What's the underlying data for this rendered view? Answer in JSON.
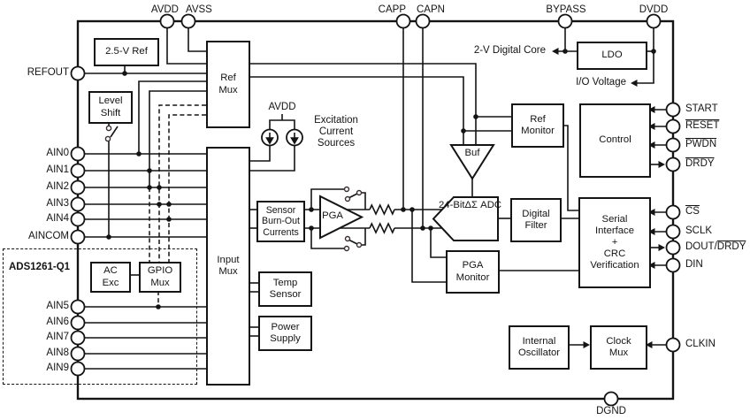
{
  "chip": {
    "name": "ADS1261-Q1"
  },
  "pins": {
    "avdd": "AVDD",
    "avss": "AVSS",
    "capp": "CAPP",
    "capn": "CAPN",
    "bypass": "BYPASS",
    "dvdd": "DVDD",
    "refout": "REFOUT",
    "ain0": "AIN0",
    "ain1": "AIN1",
    "ain2": "AIN2",
    "ain3": "AIN3",
    "ain4": "AIN4",
    "aincom": "AINCOM",
    "ain5": "AIN5",
    "ain6": "AIN6",
    "ain7": "AIN7",
    "ain8": "AIN8",
    "ain9": "AIN9",
    "start": "START",
    "reset": "RESET",
    "pwdn": "PWDN",
    "drdy": "DRDY",
    "cs": "CS",
    "sclk": "SCLK",
    "dout_prefix": "DOUT/",
    "dout_suffix": "DRDY",
    "din": "DIN",
    "clkin": "CLKIN",
    "dgnd": "DGND"
  },
  "blocks": {
    "vref": "2.5-V Ref",
    "level_shift": [
      "Level",
      "Shift"
    ],
    "ref_mux": [
      "Ref",
      "Mux"
    ],
    "input_mux": [
      "Input",
      "Mux"
    ],
    "ac_exc": [
      "AC",
      "Exc"
    ],
    "gpio_mux": [
      "GPIO",
      "Mux"
    ],
    "sensor_burnout": [
      "Sensor",
      "Burn-Out",
      "Currents"
    ],
    "pga": "PGA",
    "temp_sensor": [
      "Temp",
      "Sensor"
    ],
    "power_supply": [
      "Power",
      "Supply"
    ],
    "adc": [
      "24-Bit",
      "ΔΣ ADC"
    ],
    "buf": "Buf",
    "ref_monitor": [
      "Ref",
      "Monitor"
    ],
    "pga_monitor": [
      "PGA",
      "Monitor"
    ],
    "digital_filter": [
      "Digital",
      "Filter"
    ],
    "serial_interface": [
      "Serial",
      "Interface",
      "+",
      "CRC",
      "Verification"
    ],
    "control": "Control",
    "ldo": "LDO",
    "internal_osc": [
      "Internal",
      "Oscillator"
    ],
    "clock_mux": [
      "Clock",
      "Mux"
    ]
  },
  "annotations": {
    "digital_core": "2-V Digital Core",
    "io_voltage": "I/O Voltage",
    "excitation": [
      "Excitation",
      "Current",
      "Sources"
    ],
    "exc_avdd": "AVDD"
  },
  "colors": {
    "line": "#141414",
    "background": "#ffffff"
  }
}
